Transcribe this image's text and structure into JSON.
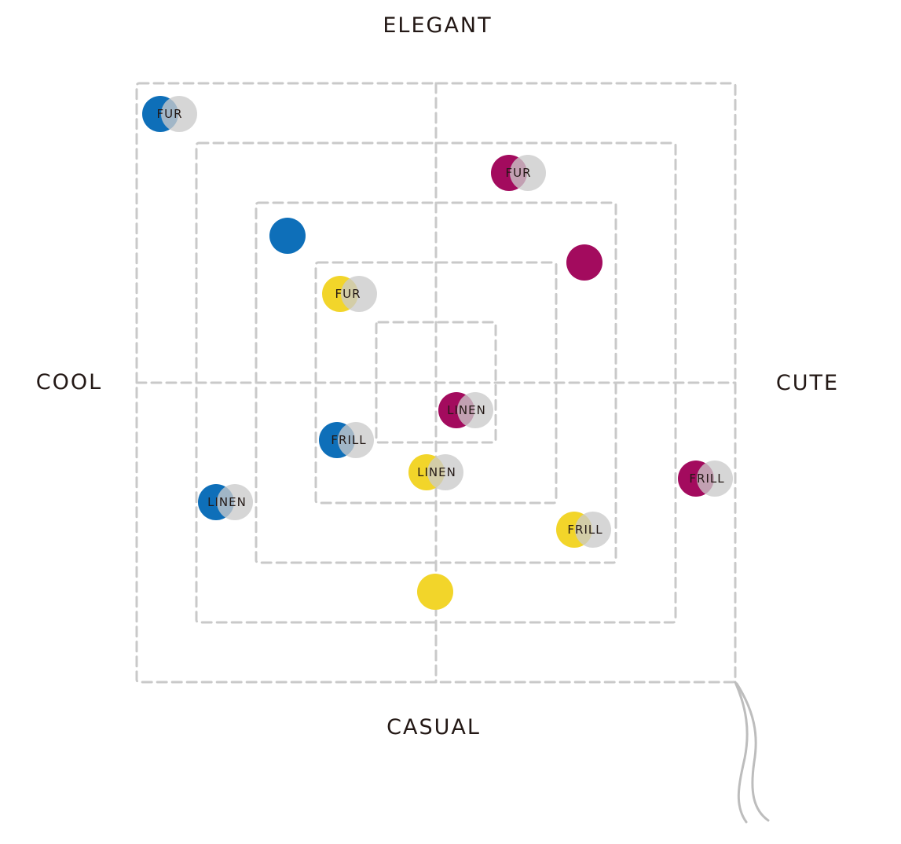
{
  "axes": {
    "top": "ELEGANT",
    "bottom": "CASUAL",
    "left": "COOL",
    "right": "CUTE"
  },
  "colors": {
    "blue": "#0e6fb9",
    "magenta": "#a30b5e",
    "yellow": "#f2d52a",
    "grey": "#cbcbcb",
    "guide": "#c9c9c9",
    "text": "#231815"
  },
  "markers": [
    {
      "id": "blue-fur",
      "color": "blue",
      "label": "FUR",
      "paired": true
    },
    {
      "id": "magenta-fur",
      "color": "magenta",
      "label": "FUR",
      "paired": true
    },
    {
      "id": "blue-solid",
      "color": "blue",
      "label": "",
      "paired": false
    },
    {
      "id": "magenta-solid",
      "color": "magenta",
      "label": "",
      "paired": false
    },
    {
      "id": "yellow-fur",
      "color": "yellow",
      "label": "FUR",
      "paired": true
    },
    {
      "id": "magenta-linen",
      "color": "magenta",
      "label": "LINEN",
      "paired": true
    },
    {
      "id": "blue-frill",
      "color": "blue",
      "label": "FRILL",
      "paired": true
    },
    {
      "id": "yellow-linen",
      "color": "yellow",
      "label": "LINEN",
      "paired": true
    },
    {
      "id": "magenta-frill",
      "color": "magenta",
      "label": "FRILL",
      "paired": true
    },
    {
      "id": "blue-linen",
      "color": "blue",
      "label": "LINEN",
      "paired": true
    },
    {
      "id": "yellow-frill",
      "color": "yellow",
      "label": "FRILL",
      "paired": true
    },
    {
      "id": "yellow-solid",
      "color": "yellow",
      "label": "",
      "paired": false
    }
  ]
}
